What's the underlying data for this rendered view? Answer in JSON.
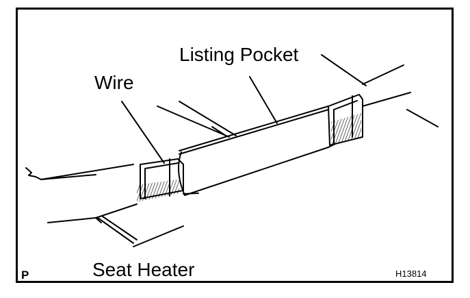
{
  "labels": {
    "listing_pocket": "Listing Pocket",
    "wire": "Wire",
    "seat_heater": "Seat Heater",
    "corner_mark": "P",
    "figure_code": "H13814"
  },
  "colors": {
    "ink": "#000000",
    "background": "#ffffff"
  }
}
